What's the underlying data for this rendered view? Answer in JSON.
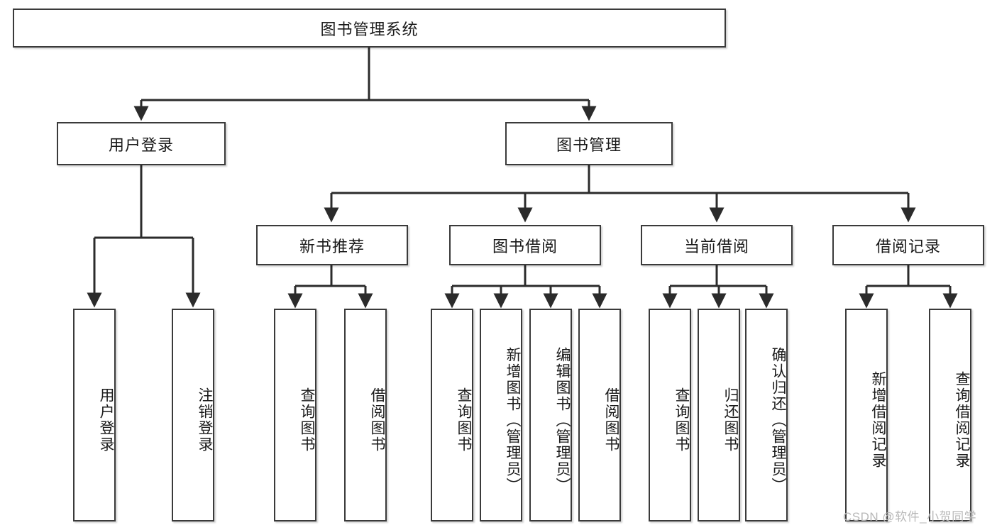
{
  "diagram": {
    "title": "图书管理系统",
    "watermark": "CSDN @软件_小贺同学",
    "colors": {
      "box_border": "#3a3a3a",
      "box_fill": "#ffffff",
      "connector": "#2b2b2b",
      "text": "#1a1a1a",
      "watermark": "#b8b8b8"
    },
    "levels": {
      "root": {
        "label": "图书管理系统"
      },
      "level2": [
        {
          "id": "user-login",
          "label": "用户登录"
        },
        {
          "id": "book-manage",
          "label": "图书管理"
        }
      ],
      "level3": [
        {
          "id": "new-book-recommend",
          "label": "新书推荐",
          "parent": "book-manage"
        },
        {
          "id": "book-borrow",
          "label": "图书借阅",
          "parent": "book-manage"
        },
        {
          "id": "current-borrow",
          "label": "当前借阅",
          "parent": "book-manage"
        },
        {
          "id": "borrow-record",
          "label": "借阅记录",
          "parent": "book-manage"
        }
      ],
      "leaves": [
        {
          "id": "leaf-user-login",
          "label": "用户登录",
          "parent": "user-login"
        },
        {
          "id": "leaf-logout-login",
          "label": "注销登录",
          "parent": "user-login"
        },
        {
          "id": "leaf-query-book-1",
          "label": "查询图书",
          "parent": "new-book-recommend"
        },
        {
          "id": "leaf-borrow-book-1",
          "label": "借阅图书",
          "parent": "new-book-recommend"
        },
        {
          "id": "leaf-query-book-2",
          "label": "查询图书",
          "parent": "book-borrow"
        },
        {
          "id": "leaf-add-book",
          "label": "新增图书（管理员）",
          "parent": "book-borrow"
        },
        {
          "id": "leaf-edit-book",
          "label": "编辑图书（管理员）",
          "parent": "book-borrow"
        },
        {
          "id": "leaf-borrow-book-2",
          "label": "借阅图书",
          "parent": "book-borrow"
        },
        {
          "id": "leaf-query-book-3",
          "label": "查询图书",
          "parent": "current-borrow"
        },
        {
          "id": "leaf-return-book",
          "label": "归还图书",
          "parent": "current-borrow"
        },
        {
          "id": "leaf-confirm-return",
          "label": "确认归还（管理员）",
          "parent": "current-borrow"
        },
        {
          "id": "leaf-add-record",
          "label": "新增借阅记录",
          "parent": "borrow-record"
        },
        {
          "id": "leaf-query-record",
          "label": "查询借阅记录",
          "parent": "borrow-record"
        }
      ]
    }
  }
}
